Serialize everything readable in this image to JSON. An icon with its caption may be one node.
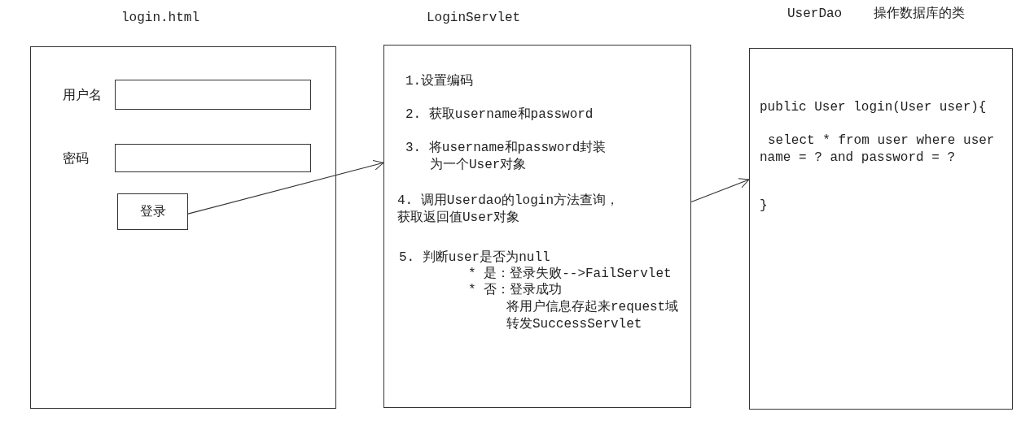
{
  "diagram": {
    "nodes": [
      {
        "text": [
          "login.html"
        ]
      },
      {
        "text": [],
        "shape": "box",
        "in": 0,
        "beside": [
          "用户名"
        ]
      },
      {
        "text": [],
        "shape": "box",
        "in": 0,
        "beside": [
          "密码"
        ]
      },
      {
        "text": [
          "登录"
        ],
        "in": 0
      },
      {
        "text": [
          "LoginServlet",
          "1.设置编码",
          "2.  获取username和password",
          "3.  将username和password封装为一个User对象",
          "4.  调用Userdao的login方法查询，获取返回值User对象",
          "5.  判断user是否为null",
          "* 是：登录失败-->FailServlet",
          "* 否：登录成功",
          "将用户信息存起来request域",
          "转发SuccessServlet"
        ]
      },
      {
        "text": [
          "UserDao",
          "操作数据库的类",
          "public User login(User user){",
          "select * from user where username = ? and password = ?",
          "}"
        ]
      }
    ],
    "edges": [
      {
        "from": 3,
        "to": 4,
        "arrow": "to"
      },
      {
        "from": 4,
        "to": 5,
        "arrow": "to"
      }
    ]
  }
}
